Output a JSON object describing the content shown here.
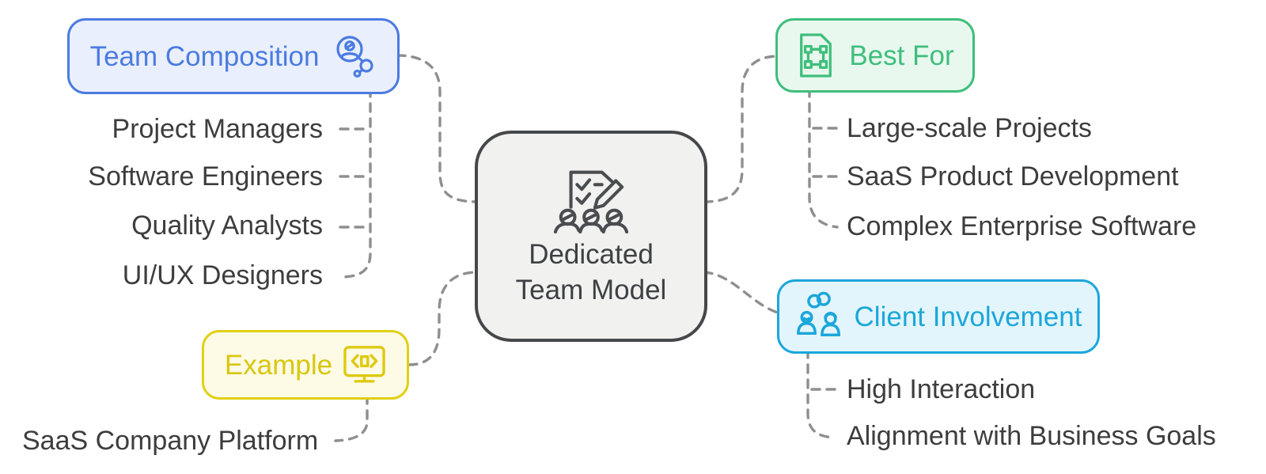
{
  "diagram": {
    "background_color": "#ffffff",
    "connector_color": "#8f8f8f",
    "item_text_color": "#3d3d3d",
    "center_node": {
      "label_line1": "Dedicated",
      "label_line2": "Team Model",
      "icon": "task-checklist-team-icon",
      "border_color": "#45484b",
      "fill_color": "#f1f1f0",
      "text_color": "#3e4043"
    },
    "branches": [
      {
        "label": "Team Composition",
        "icon": "people-network-icon",
        "accent_color": "#4b7be0",
        "fill_color": "#e9effc",
        "items": [
          "Project Managers",
          "Software Engineers",
          "Quality Analysts",
          "UI/UX Designers"
        ]
      },
      {
        "label": "Example",
        "icon": "code-monitor-icon",
        "accent_color": "#ddca10",
        "fill_color": "#fdfae6",
        "items": [
          "SaaS Company Platform"
        ]
      },
      {
        "label": "Best For",
        "icon": "blueprint-file-icon",
        "accent_color": "#3fbe7c",
        "fill_color": "#e8f8ef",
        "items": [
          "Large-scale Projects",
          "SaaS Product Development",
          "Complex Enterprise Software"
        ]
      },
      {
        "label": "Client Involvement",
        "icon": "client-partnership-icon",
        "accent_color": "#1ba7da",
        "fill_color": "#e3f5fc",
        "items": [
          "High Interaction",
          "Alignment with Business Goals"
        ]
      }
    ]
  }
}
